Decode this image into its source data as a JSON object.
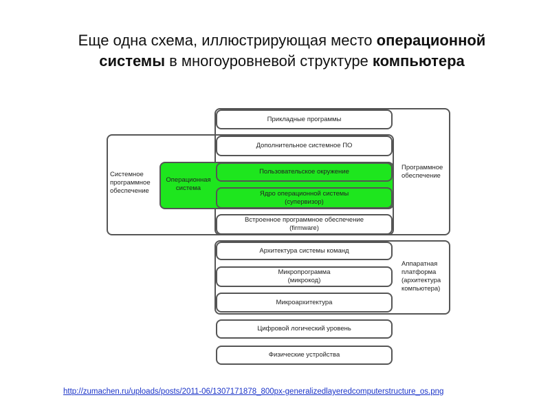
{
  "title": {
    "p1": "Еще одна схема, иллюстрирующая место ",
    "b1": "операционной",
    "br": "системы",
    "p2": " в многоуровневой структуре ",
    "b2": "компьютера"
  },
  "layers": {
    "applied": "Прикладные программы",
    "extra_system": "Дополнительное системное ПО",
    "user_env": "Пользовательское окружение",
    "kernel": "Ядро операционной системы\n(супервизор)",
    "firmware": "Встроенное программное обеспечение\n(firmware)",
    "isa": "Архитектура системы команд",
    "microprogram": "Микропрограмма\n(микрокод)",
    "microarch": "Микроархитектура",
    "digital_logic": "Цифровой логический уровень",
    "physical": "Физические устройства"
  },
  "groups": {
    "system_software": "Системное\nпрограммное\nобеспечение",
    "os": "Операционная\nсистема",
    "software": "Программное\nобеспечение",
    "hardware": "Аппаратная\nплатформа\n(архитектура\nкомпьютера)"
  },
  "colors": {
    "os_green": "#1ee61e",
    "border": "#555555",
    "link": "#1a33c8"
  },
  "source_link": "http://zumachen.ru/uploads/posts/2011-06/1307171878_800px-generalizedlayeredcomputerstructure_os.png"
}
